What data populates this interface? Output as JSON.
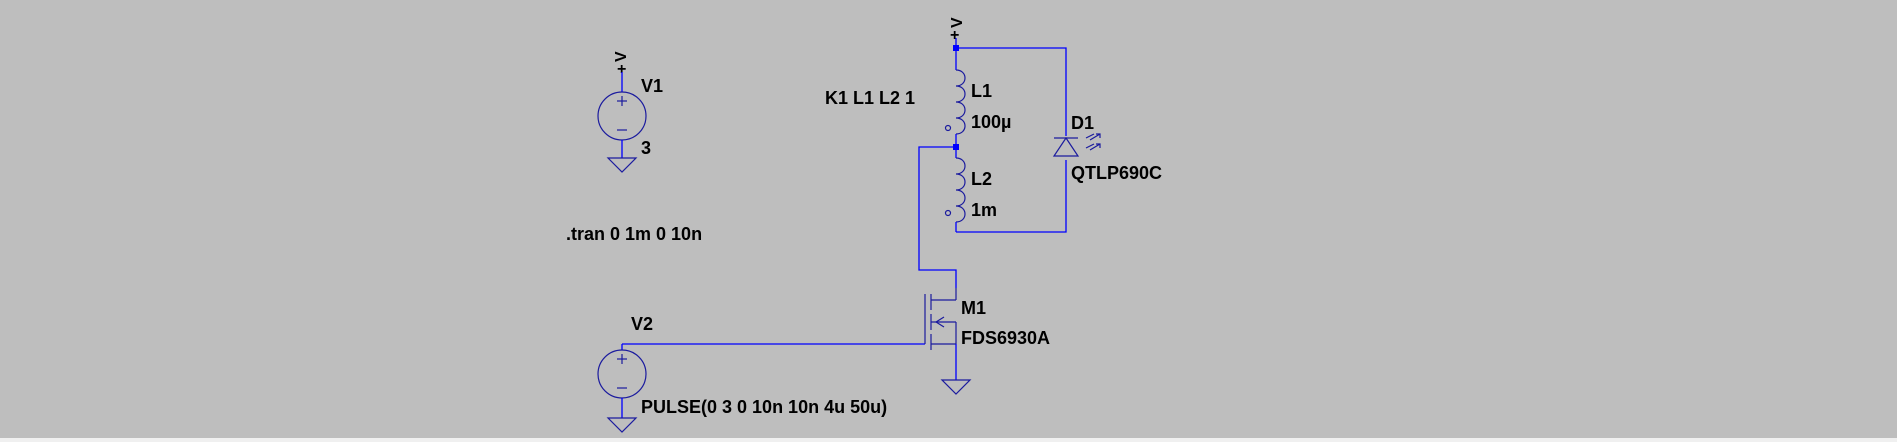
{
  "colors": {
    "background": "#bebebe",
    "wire": "#0000ff",
    "component": "#1b1b9e",
    "text": "#000000"
  },
  "components": {
    "v1": {
      "name": "V1",
      "value": "3",
      "supply_label": "V",
      "supply_sign": "+"
    },
    "v2": {
      "name": "V2",
      "value": "PULSE(0 3 0 10n 10n 4u 50u)"
    },
    "l1": {
      "name": "L1",
      "value": "100µ"
    },
    "l2": {
      "name": "L2",
      "value": "1m"
    },
    "d1": {
      "name": "D1",
      "value": "QTLP690C"
    },
    "m1": {
      "name": "M1",
      "value": "FDS6930A"
    },
    "top_supply": {
      "label": "V",
      "sign": "+"
    }
  },
  "directives": {
    "coupling": "K1 L1 L2 1",
    "tran": ".tran 0 1m 0 10n"
  },
  "icons": [
    "voltage-source-icon",
    "ground-icon",
    "inductor-icon",
    "led-icon",
    "nmos-icon",
    "supply-arrow-icon"
  ]
}
